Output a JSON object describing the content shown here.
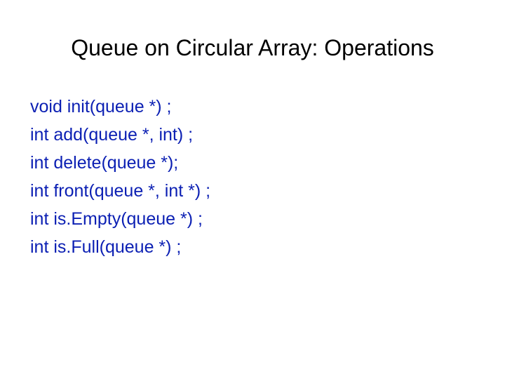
{
  "slide": {
    "title": "Queue on Circular Array: Operations",
    "lines": [
      "void init(queue *) ;",
      "int add(queue *, int) ;",
      "int delete(queue *);",
      "int front(queue *, int *) ;",
      "int is.Empty(queue *) ;",
      "int is.Full(queue *) ;"
    ]
  },
  "colors": {
    "title": "#000000",
    "body_text": "#0b1fb3",
    "background": "#ffffff"
  }
}
